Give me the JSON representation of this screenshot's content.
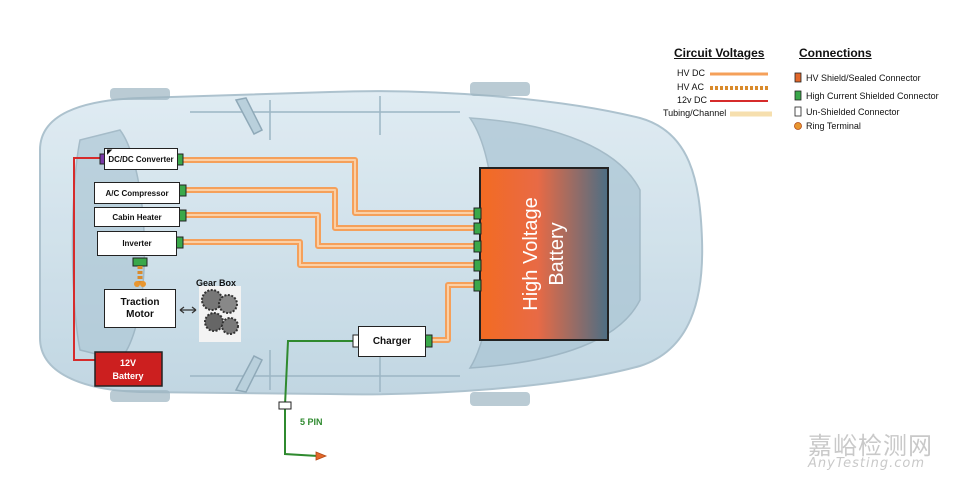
{
  "components": {
    "dcdc": "DC/DC Converter",
    "ac": "A/C Compressor",
    "heater": "Cabin Heater",
    "inverter": "Inverter",
    "motor_line1": "Traction",
    "motor_line2": "Motor",
    "gearbox": "Gear Box",
    "charger": "Charger",
    "battery12_line1": "12V",
    "battery12_line2": "Battery",
    "hv_line1": "High Voltage",
    "hv_line2": "Battery",
    "pin": "5 PIN"
  },
  "legend": {
    "voltages_title": "Circuit Voltages",
    "connections_title": "Connections",
    "voltages": [
      "HV DC",
      "HV AC",
      "12v DC",
      "Tubing/Channel"
    ],
    "connections": [
      "HV Shield/Sealed Connector",
      "High Current Shielded Connector",
      "Un-Shielded Connector",
      "Ring Terminal"
    ]
  },
  "colors": {
    "hv_dc": "#f5a05a",
    "hv_ac": "#d98a2b",
    "dc12": "#d62b2b",
    "tubing": "#f6dfae",
    "hv_connector": "#e2672a",
    "shielded_connector": "#3aa84a",
    "hv_battery_top": "#f26a24",
    "hv_battery_bottom": "#4f6f86",
    "charge_cable": "#2f8a2f",
    "car_body": "#c7dde8"
  },
  "watermark": {
    "cn": "嘉峪检测网",
    "en": "AnyTesting.com"
  }
}
